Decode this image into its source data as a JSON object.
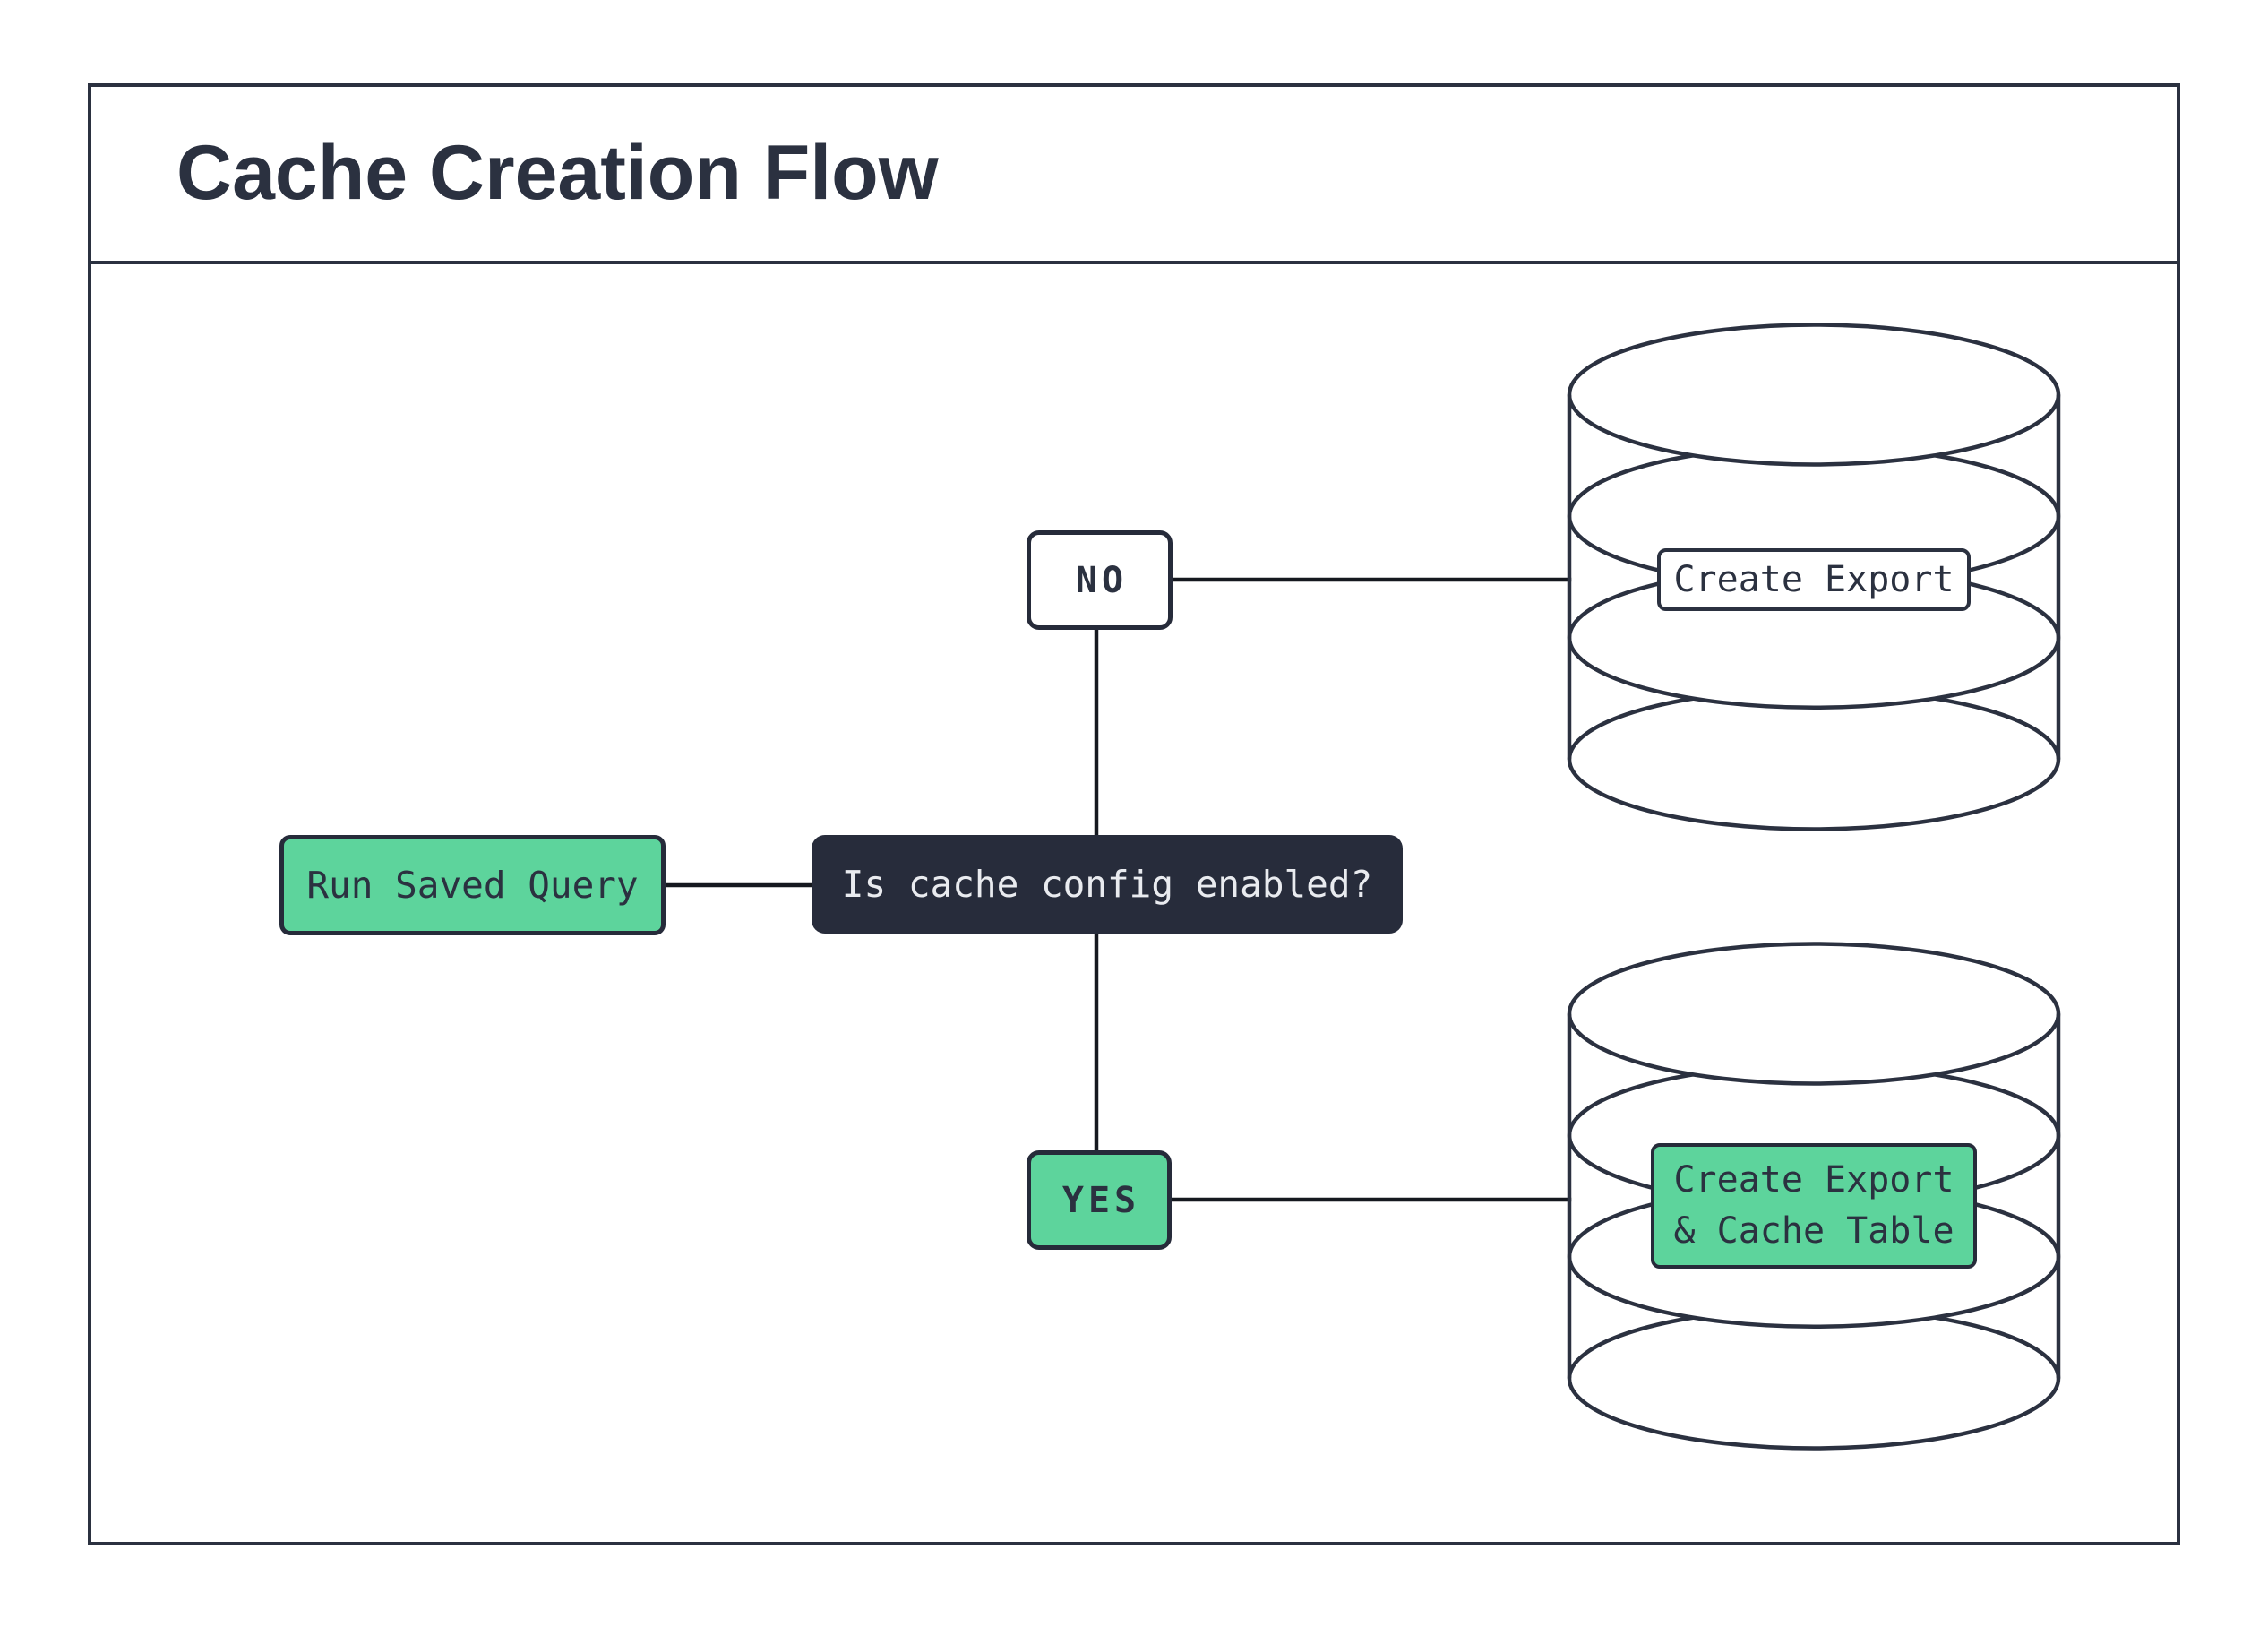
{
  "title": "Cache Creation Flow",
  "colors": {
    "accent_green": "#5dd49c",
    "ink_navy": "#2b3140",
    "decision_fill": "#272c3b",
    "decision_text": "#e9ebef",
    "connector": "#15181f",
    "background": "#ffffff"
  },
  "nodes": {
    "start": {
      "label": "Run Saved Query"
    },
    "decision": {
      "label": "Is cache config enabled?"
    },
    "edge_no": {
      "label": "NO"
    },
    "edge_yes": {
      "label": "YES"
    },
    "export_db": {
      "label": "Create Export"
    },
    "cache_db": {
      "label_line1": "Create Export",
      "label_line2": "& Cache Table"
    }
  }
}
